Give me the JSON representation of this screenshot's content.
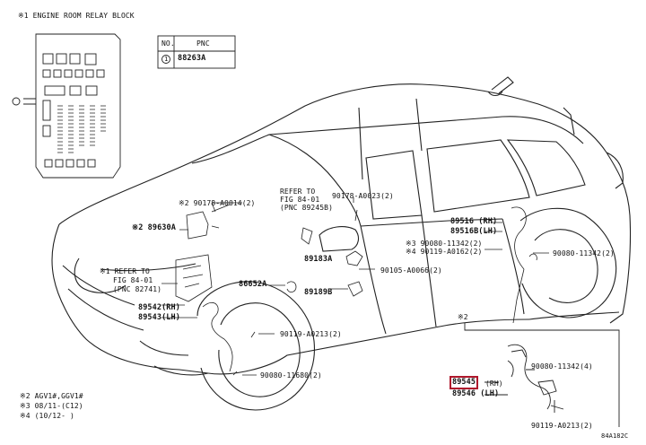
{
  "header": {
    "title": "※1 ENGINE ROOM RELAY BLOCK"
  },
  "pnc_table": {
    "header_no": "NO.",
    "header_pnc": "PNC",
    "row_no": "1",
    "row_pnc": "88263A"
  },
  "callouts": {
    "p90178_a0014": "※2 90178-A0014(2)",
    "p89630a": "※2 89630A",
    "refer_84_01_a": "REFER TO",
    "refer_84_01_b": "FIG 84-01",
    "refer_84_01_c": "(PNC 89245B)",
    "p90178_a0023": "90178-A0023(2)",
    "p89516": "89516 (RH)",
    "p89516b": "89516B(LH)",
    "p90080_11342_a": "※3 90080-11342(2)",
    "p90119_a0162": "※4 90119-A0162(2)",
    "p90080_11342_b": "90080-11342(2)",
    "p89183a": "89183A",
    "p90105_a0066": "90105-A0066(2)",
    "refer_1_a": "※1 REFER TO",
    "refer_1_b": "FIG 84-01",
    "refer_1_c": "(PNC 82741)",
    "p86652a": "86652A",
    "p89189b": "89189B",
    "p89542": "89542(RH)",
    "p89543": "89543(LH)",
    "p90119_a0213_a": "90119-A0213(2)",
    "p90080_11680": "90080-11680(2)",
    "inset_mark": "※2",
    "p90080_11342_c": "90080-11342(4)",
    "p89545_num": "89545",
    "p89545_side": "(RH)",
    "p89546": "89546 (LH)",
    "p90119_a0213_b": "90119-A0213(2)"
  },
  "notes": {
    "line1": "※2 AGV1#,GGV1#",
    "line2": "※3 08/11-(C12)",
    "line3": "※4 (10/12- )"
  },
  "figure_code": "84A182C",
  "colors": {
    "highlight": "#b0182c",
    "ink": "#111111"
  }
}
